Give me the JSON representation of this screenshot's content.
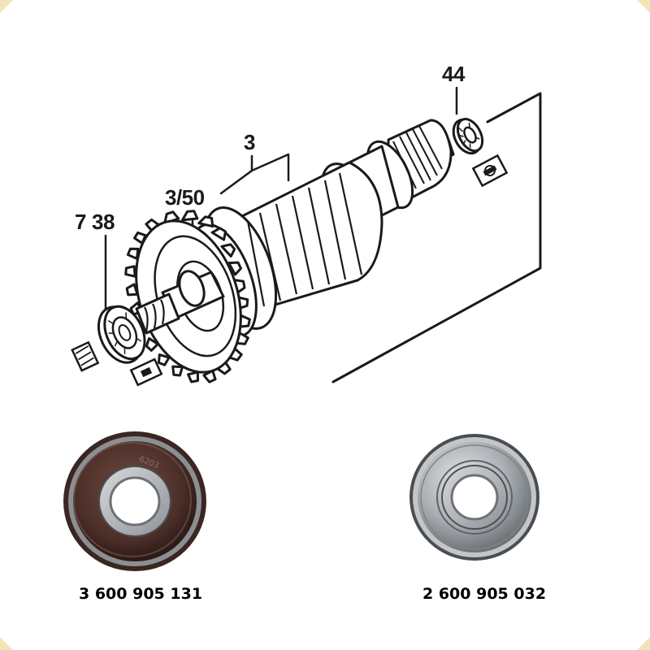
{
  "diagram": {
    "labels": {
      "callout_44": "44",
      "callout_3": "3",
      "callout_3_50": "3/50",
      "callout_38": "38",
      "callout_cut": "7"
    }
  },
  "products": [
    {
      "part_number": "3 600 905 131",
      "type": "sealed-bearing-rubber"
    },
    {
      "part_number": "2 600 905 032",
      "type": "shielded-bearing-metal"
    }
  ],
  "colors": {
    "accent_corner": "#f1e4b5",
    "line_art": "#1a1a1a",
    "rubber_seal": "#5a3a33",
    "steel": "#b8bcc0"
  }
}
